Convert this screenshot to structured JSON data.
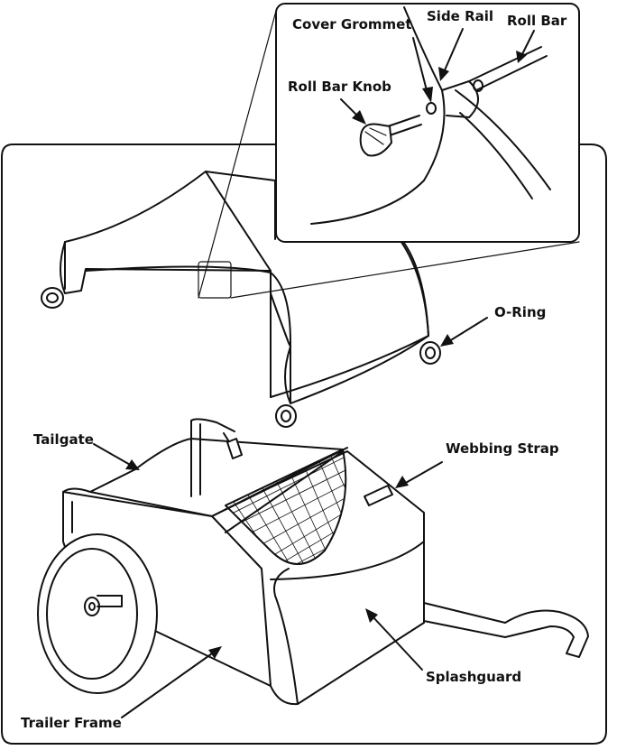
{
  "labels": {
    "cover_grommet": "Cover Grommet",
    "side_rail": "Side Rail",
    "roll_bar": "Roll Bar",
    "roll_bar_knob": "Roll Bar Knob",
    "o_ring": "O-Ring",
    "tailgate": "Tailgate",
    "webbing_strap": "Webbing Strap",
    "splashguard": "Splashguard",
    "trailer_frame": "Trailer Frame"
  }
}
